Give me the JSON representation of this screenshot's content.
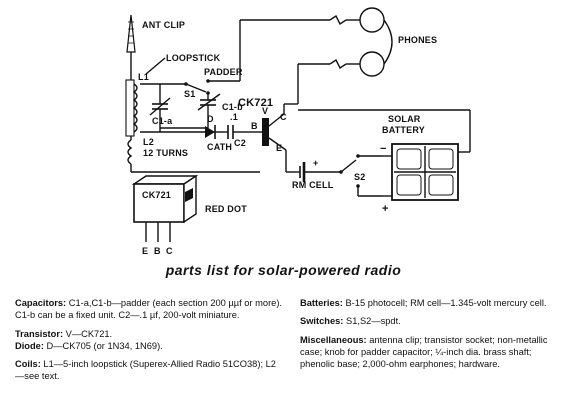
{
  "diagram": {
    "labels": {
      "ant_clip": "ANT CLIP",
      "loopstick": "LOOPSTICK",
      "l1": "L1",
      "padder": "PADDER",
      "s1": "S1",
      "c1a": "C1-a",
      "c1b": "C1-b",
      "ck721_top": "CK721",
      "v": "V",
      "c_lead": "C",
      "b_lead": "B",
      "e_lead": "E",
      "d": "D",
      "c2_value": ".1",
      "c2": "C2",
      "cath": "CATH",
      "l2": "L2",
      "turns": "12 TURNS",
      "phones": "PHONES",
      "solar_battery_1": "SOLAR",
      "solar_battery_2": "BATTERY",
      "s2": "S2",
      "rm_cell": "RM CELL",
      "minus": "−",
      "plus": "+",
      "plus_cell": "+",
      "ck721_body": "CK721",
      "red_dot": "RED DOT",
      "pin_e": "E",
      "pin_b": "B",
      "pin_c": "C"
    }
  },
  "parts": {
    "title": "parts list for solar-powered radio",
    "left": [
      {
        "key": "Capacitors:",
        "text": " C1-a,C1-b—padder (each section 200 µµf or more). C1-b can be a fixed unit. C2—.1 µf, 200-volt miniature."
      },
      {
        "key": "Transistor:",
        "text": " V—CK721."
      },
      {
        "key": "Diode:",
        "text": " D—CK705 (or 1N34, 1N69)."
      },
      {
        "key": "Coils:",
        "text": " L1—5-inch loopstick (Superex-Allied Radio 51CO38); L2—see text."
      }
    ],
    "right": [
      {
        "key": "Batteries:",
        "text": " B-15 photocell; RM cell—1.345-volt mercury cell."
      },
      {
        "key": "Switches:",
        "text": " S1,S2—spdt."
      },
      {
        "key": "Miscellaneous:",
        "text": " antenna clip; transistor socket; non-metallic case; knob for padder capacitor; ¼-inch dia. brass shaft; phenolic base; 2,000-ohm earphones; hardware."
      }
    ]
  }
}
